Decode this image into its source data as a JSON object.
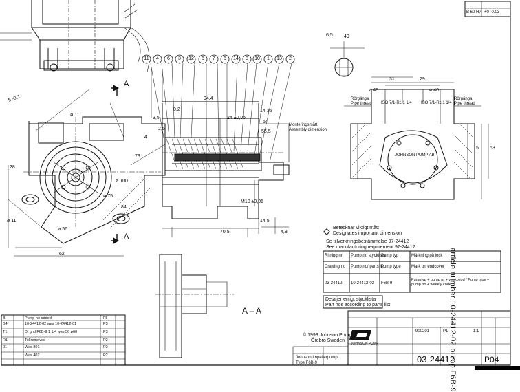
{
  "side_text": "article number 10-24412-02  pump F6B-9",
  "top_right_box": {
    "line1": "B 60 H7",
    "line2": "+0  -0.03"
  },
  "bubbles": [
    "11",
    "4",
    "6",
    "3",
    "12",
    "5",
    "7",
    "5",
    "14",
    "8",
    "10",
    "1",
    "13",
    "2"
  ],
  "section_marks": {
    "a_top": "A",
    "a_bottom": "A",
    "a_a": "A – A"
  },
  "dimensions": {
    "d1": "94,4",
    "d2": "0,2",
    "d3": "3,5",
    "d4": "2,5",
    "d5": "24 ±0,05",
    "d6": "14,35",
    "d7": "5°",
    "d8": "55,5",
    "d9": "28",
    "d10": "70,5",
    "d11": "14,5",
    "d12": "4,8",
    "d13": "49",
    "d14": "31",
    "d15": "29",
    "d16": "ø 48",
    "d17": "ø 40",
    "d18": "53",
    "d19": "5",
    "d20": "5 -0,1",
    "d21": "ø 56",
    "d22": "62",
    "d23": "ø 75",
    "d24": "84",
    "d25": "ø 100",
    "d26": "73",
    "d27": "ø 11",
    "d28": "4",
    "d29": "ø 11",
    "d30": "M10 ±0,05",
    "d31": "6,5"
  },
  "ports_left": {
    "l1": "Rörgänga",
    "l2": "Pipe thread",
    "thread": "ISO 7/1-Rc 1 1/4"
  },
  "ports_right": {
    "l1": "Rörgänga",
    "l2": "Pipe thread",
    "thread": "ISO 7/1-Rc 1 1/4"
  },
  "mounting": {
    "l1": "Monteringsmått",
    "l2": "Assembly dimension"
  },
  "pump_label": "JOHNSON PUMP AB",
  "notes": {
    "n1a": "Betecknar viktigt mått",
    "n1b": "Designates important dimension",
    "n2a": "Se tillverkningsbestämmelse 97-24412",
    "n2b": "See manufacturing requirement 97-24412",
    "n3a": "Detaljer enligt stycklista",
    "n3b": "Part nos according to parts list"
  },
  "ref_table": {
    "rows": [
      [
        "Ritning nr",
        "Pump nr/ stycklista",
        "Pump typ",
        "Märkning på lock"
      ],
      [
        "Drawing no",
        "Pump no/ parts list",
        "Pump type",
        "Mark on endcover"
      ],
      [
        "03-24412",
        "10-24412-02",
        "F6B-9",
        "Pumptyp + pump nr + veckokod / Pump type + pump no + weekly code"
      ]
    ]
  },
  "copyright": {
    "line1": "© 1993 Johnson Pump",
    "line2": "Örebro  Sweden"
  },
  "revision_rows": [
    [
      "B",
      "Pump no added",
      "F5"
    ],
    [
      "B4",
      "10-24412-02 was 10-24412-01",
      "P3"
    ],
    [
      "T1",
      "Di gnd F6B-9 1 1/4 was 56 ø60",
      "P3"
    ],
    [
      "R1",
      "Tol removed",
      "P2"
    ],
    [
      "01",
      "Was 801",
      "P2"
    ],
    [
      "",
      "Was 402",
      "P2"
    ]
  ],
  "title_block": {
    "company": "JOHNSON PUMP",
    "name_sv": "Johnson Impellerpump",
    "name_en": "Type F6B-9",
    "drawing_no": "03-24412",
    "sheet": "P1",
    "scale": "1:1",
    "page": "P04",
    "doc_no": "900201"
  }
}
